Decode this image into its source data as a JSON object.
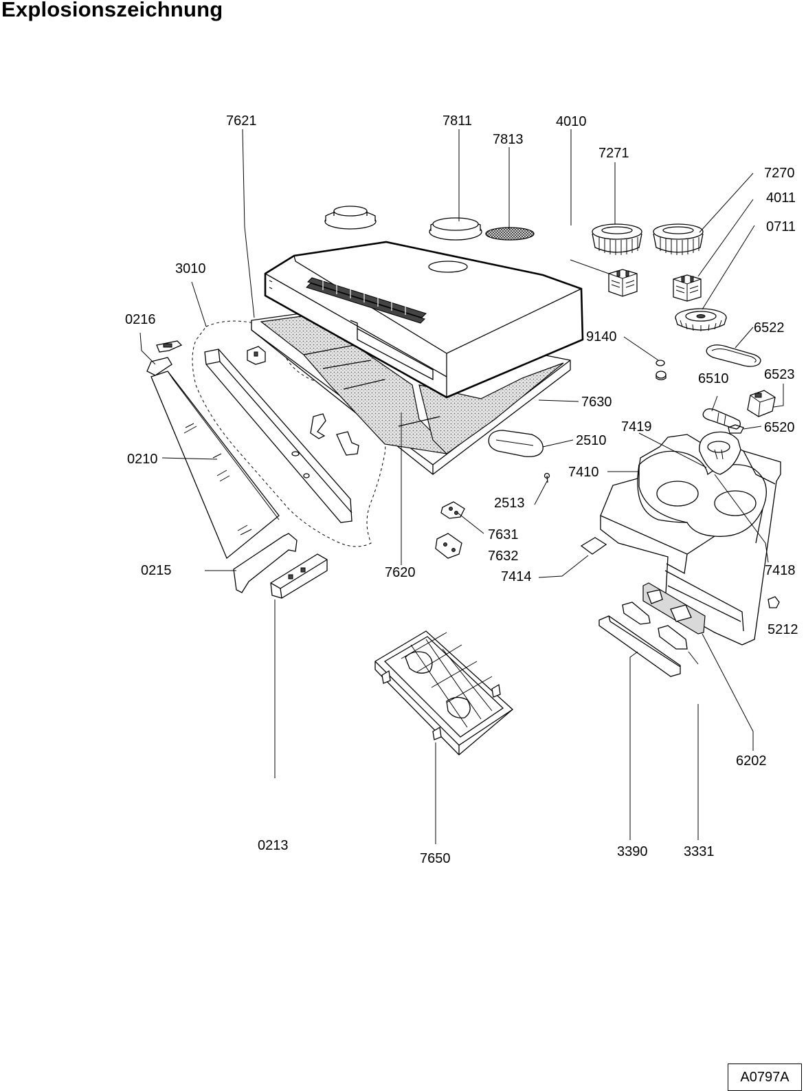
{
  "title": "Explosionszeichnung",
  "drawing_code": "A0797A",
  "labels": {
    "p7621": "7621",
    "p7811": "7811",
    "p7813": "7813",
    "p4010": "4010",
    "p7271": "7271",
    "p7270": "7270",
    "p4011": "4011",
    "p0711": "0711",
    "p3010": "3010",
    "p0216": "0216",
    "p9140": "9140",
    "p6522": "6522",
    "p6523": "6523",
    "p6510": "6510",
    "p7630": "7630",
    "p6520": "6520",
    "p7419": "7419",
    "p2510": "2510",
    "p0210": "0210",
    "p7410": "7410",
    "p2513": "2513",
    "p7631": "7631",
    "p7632": "7632",
    "p0215": "0215",
    "p7620": "7620",
    "p7414": "7414",
    "p7418": "7418",
    "p5212": "5212",
    "p6202": "6202",
    "p0213": "0213",
    "p7650": "7650",
    "p3390": "3390",
    "p3331": "3331"
  }
}
